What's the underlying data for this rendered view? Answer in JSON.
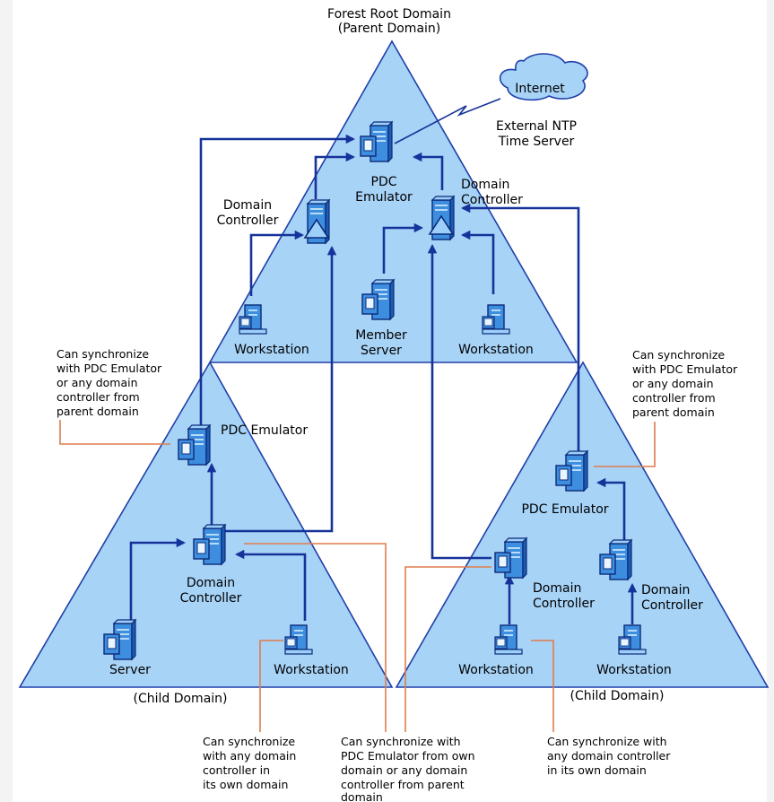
{
  "domains": {
    "forest_root_line1": "Forest Root Domain",
    "forest_root_line2": "(Parent Domain)",
    "child_left": "(Child Domain)",
    "child_right": "(Child Domain)"
  },
  "internet": {
    "cloud_label": "Internet",
    "ntp_line1": "External NTP",
    "ntp_line2": "Time Server"
  },
  "root": {
    "pdc_line1": "PDC",
    "pdc_line2": "Emulator",
    "dc_left_line1": "Domain",
    "dc_left_line2": "Controller",
    "dc_right_line1": "Domain",
    "dc_right_line2": "Controller",
    "workstation_left": "Workstation",
    "member_line1": "Member",
    "member_line2": "Server",
    "workstation_right": "Workstation"
  },
  "left_child": {
    "pdc": "PDC Emulator",
    "dc_line1": "Domain",
    "dc_line2": "Controller",
    "server": "Server",
    "workstation": "Workstation"
  },
  "right_child": {
    "pdc": "PDC Emulator",
    "dc_left_line1": "Domain",
    "dc_left_line2": "Controller",
    "dc_right_line1": "Domain",
    "dc_right_line2": "Controller",
    "workstation_left": "Workstation",
    "workstation_right": "Workstation"
  },
  "notes": {
    "left_pdc": [
      "Can synchronize",
      "with PDC Emulator",
      "or any domain",
      "controller from",
      "parent domain"
    ],
    "right_pdc": [
      "Can synchronize",
      "with PDC Emulator",
      "or any domain",
      "controller from",
      "parent domain"
    ],
    "left_ws": [
      "Can synchronize",
      "with any domain",
      "controller in",
      "its own domain"
    ],
    "dc_middle": [
      "Can synchronize with",
      "PDC Emulator from own",
      "domain or any domain",
      "controller from parent",
      "domain"
    ],
    "right_ws": [
      "Can synchronize with",
      "any domain controller",
      "in its own domain"
    ]
  }
}
